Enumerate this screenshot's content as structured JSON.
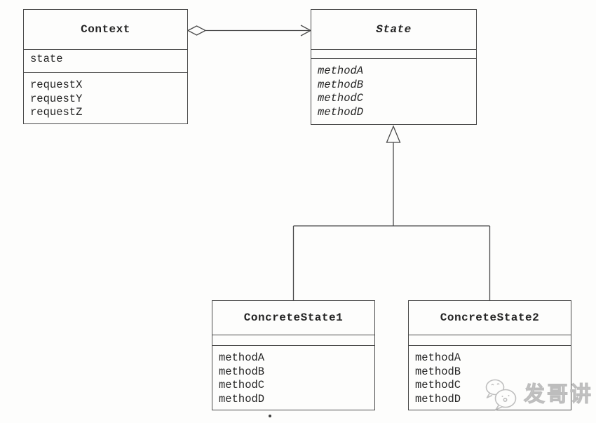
{
  "diagram": {
    "kind": "uml-class-diagram",
    "pattern": "State",
    "classes": [
      {
        "id": "context",
        "name": "Context",
        "attributes": [
          "state"
        ],
        "methods": [
          "requestX",
          "requestY",
          "requestZ"
        ]
      },
      {
        "id": "state",
        "name": "State",
        "abstract": true,
        "attributes": [],
        "methods": [
          "methodA",
          "methodB",
          "methodC",
          "methodD"
        ]
      },
      {
        "id": "concrete-state-1",
        "name": "ConcreteState1",
        "attributes": [],
        "methods": [
          "methodA",
          "methodB",
          "methodC",
          "methodD"
        ]
      },
      {
        "id": "concrete-state-2",
        "name": "ConcreteState2",
        "attributes": [],
        "methods": [
          "methodA",
          "methodB",
          "methodC",
          "methodD"
        ]
      }
    ],
    "relationships": [
      {
        "type": "aggregation",
        "from": "Context",
        "to": "State"
      },
      {
        "type": "generalization",
        "from": "ConcreteState1",
        "to": "State"
      },
      {
        "type": "generalization",
        "from": "ConcreteState2",
        "to": "State"
      }
    ],
    "colors": {
      "line": "#4a4a4a",
      "text": "#242424",
      "background": "#fdfdfc",
      "watermark": "#c6c6c6"
    }
  },
  "watermark": {
    "text": "发哥讲",
    "icon": "wechat-chat-bubbles-icon"
  }
}
